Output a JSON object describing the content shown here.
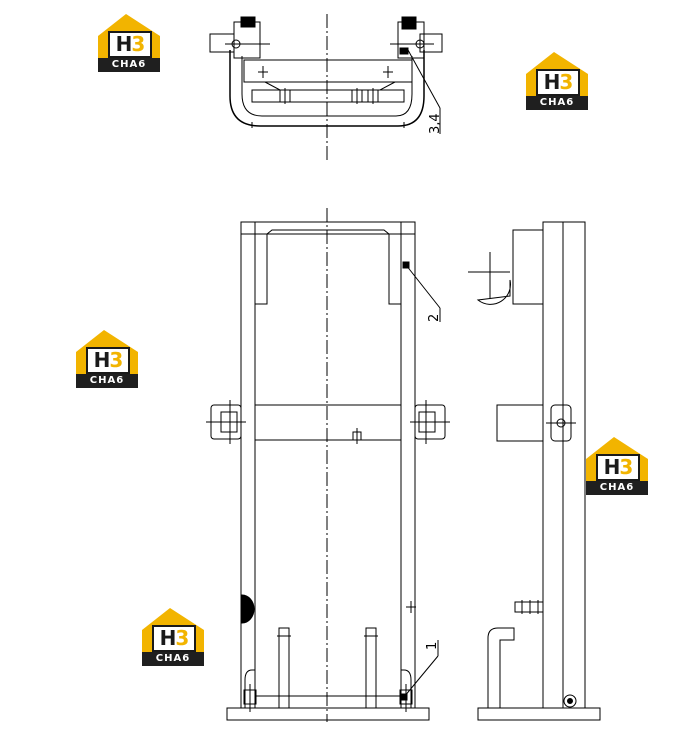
{
  "logo": {
    "letters_h": "H",
    "letters_3": "3",
    "caption": "CHA6",
    "colors": {
      "roof": "#f2b400",
      "bar": "#1f1f1f",
      "letter": "#1a1a1a"
    }
  },
  "callouts": {
    "top": "3,4",
    "middle": "2",
    "bottom": "1"
  }
}
